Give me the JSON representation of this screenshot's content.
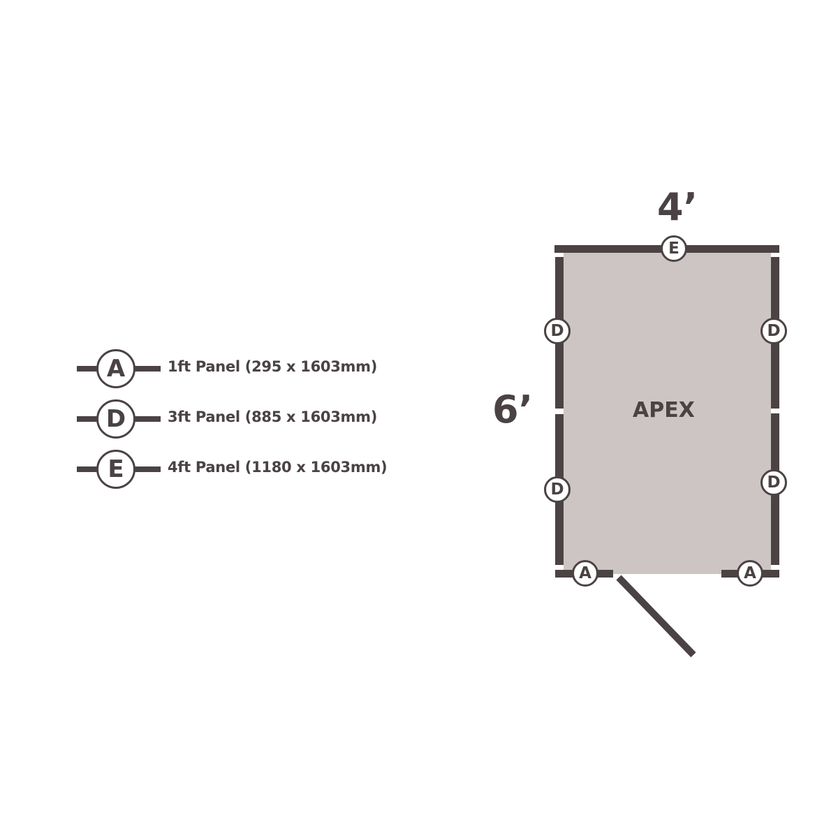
{
  "legend": {
    "items": [
      {
        "letter": "A",
        "label": "1ft Panel (295 x 1603mm)"
      },
      {
        "letter": "D",
        "label": "3ft Panel (885 x 1603mm)"
      },
      {
        "letter": "E",
        "label": "4ft Panel (1180 x 1603mm)"
      }
    ]
  },
  "plan": {
    "width_label": "4’",
    "depth_label": "6’",
    "name": "APEX",
    "panels": {
      "top": "E",
      "left_upper": "D",
      "left_lower": "D",
      "right_upper": "D",
      "right_lower": "D",
      "bottom_left": "A",
      "bottom_right": "A"
    }
  },
  "colors": {
    "wall": "#4a4243",
    "floor": "#cdc5c3",
    "background": "#ffffff"
  }
}
